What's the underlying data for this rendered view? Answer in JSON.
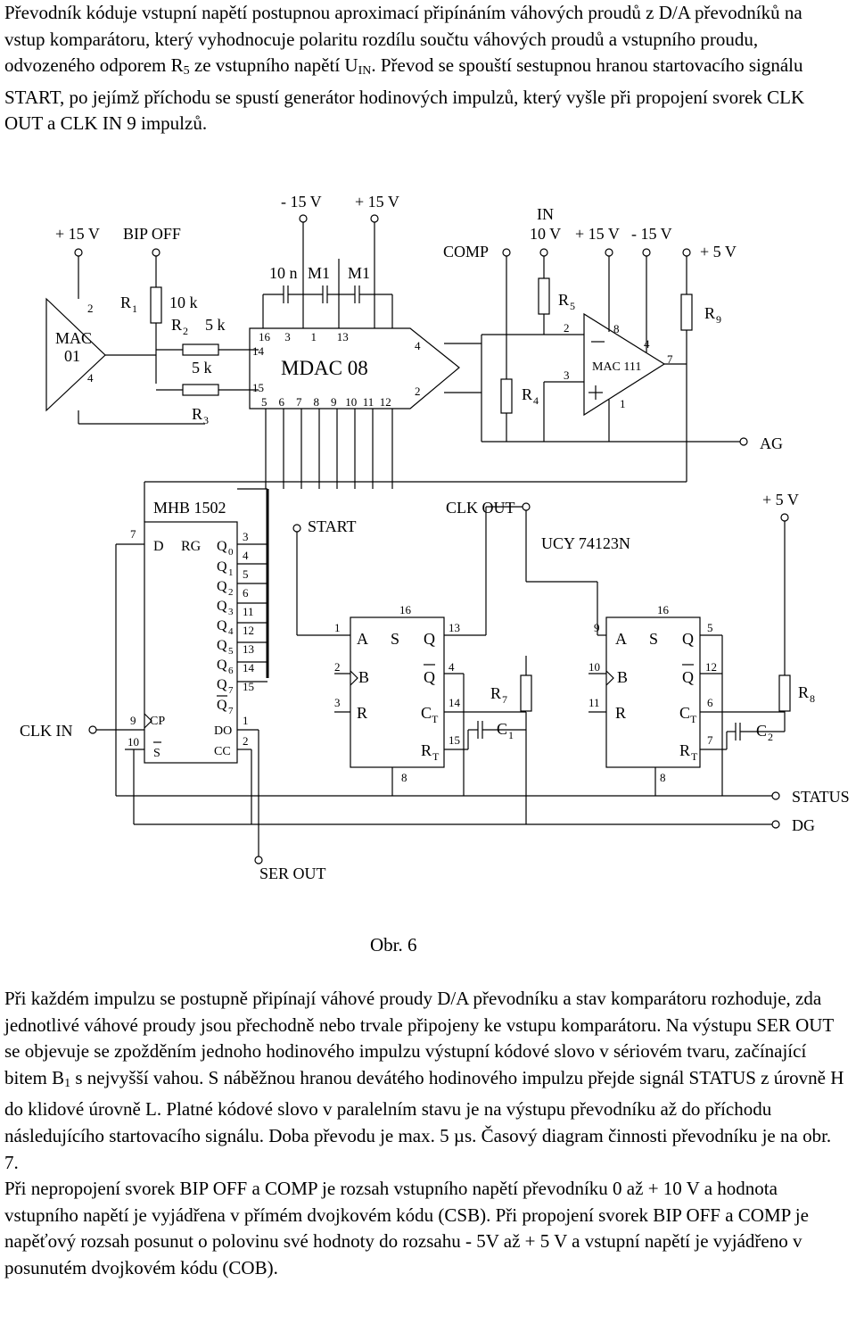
{
  "intro": {
    "t1": "Převodník kóduje vstupní napětí postupnou aproximací připínáním váhových proudů z D/A převodníků na vstup komparátoru, který vyhodnocuje polaritu rozdílu součtu váhových proudů a vstupního proudu, odvozeného odporem R",
    "t1_sub": "5",
    "t2": " ze vstupního napětí U",
    "t2_sub": "IN",
    "t3": ". Převod se spouští sestupnou hranou startovacího signálu START, po jejímž příchodu se spustí generátor hodinových impulzů, který vyšle při propojení svorek CLK OUT a CLK IN 9 impulzů."
  },
  "figure": {
    "caption": "Obr. 6",
    "labels": {
      "m15": "- 15 V",
      "p15a": "+ 15 V",
      "p15_left": "+ 15 V",
      "bip_off": "BIP OFF",
      "in": "IN",
      "in10": "10 V",
      "p15_right": "+ 15 V",
      "m15_right": "- 15 V",
      "p5": "+ 5 V",
      "comp": "COMP",
      "c10n": "10 n",
      "m1a": "M1",
      "m1b": "M1",
      "r1": "R",
      "r1s": "1",
      "r2": "R",
      "r2s": "2",
      "r3": "R",
      "r3s": "3",
      "k10": "10 k",
      "k5a": "5 k",
      "k5b": "5 k",
      "mac01a": "MAC",
      "mac01b": "01",
      "mac_p2": "2",
      "mac_p4": "4",
      "mdac": "MDAC 08",
      "mdac_pins_top": "16     3       1       13",
      "mdac_p14": "14",
      "mdac_p15": "15",
      "mdac_pins_bot": "5    6    7    8    9   10  11  12",
      "mdac_p4": "4",
      "mdac_p2": "2",
      "r5": "R",
      "r5s": "5",
      "r4": "R",
      "r4s": "4",
      "r9": "R",
      "r9s": "9",
      "mac111": "MAC 111",
      "op_p2": "2",
      "op_p3": "3",
      "op_p8": "8",
      "op_p4": "4",
      "op_p7": "7",
      "op_p1": "1",
      "ag": "AG",
      "mhb": "MHB 1502",
      "clk_out": "CLK OUT",
      "ucy": "UCY 74123N",
      "p5b": "+ 5 V",
      "start": "START",
      "d": "D",
      "rg": "RG",
      "q0": "Q",
      "q1": "Q",
      "q2": "Q",
      "q3": "Q",
      "q4": "Q",
      "q5": "Q",
      "q6": "Q",
      "q7": "Q",
      "q7n": "Q",
      "s0": "0",
      "s1": "1",
      "s2": "2",
      "s3": "3",
      "s4": "4",
      "s5": "5",
      "s6": "6",
      "s7": "7",
      "s7n": "7",
      "pn3": "3",
      "pn4": "4",
      "pn5": "5",
      "pn6": "6",
      "pn11": "11",
      "pn12": "12",
      "pn13": "13",
      "pn14": "14",
      "pn15": "15",
      "pn1": "1",
      "pn2": "2",
      "p7": "7",
      "p9": "9",
      "p10": "10",
      "cp": "CP",
      "s": "S",
      "do": "DO",
      "cc": "CC",
      "clk_in": "CLK IN",
      "a1": "A",
      "b1": "B",
      "r_1": "R",
      "s_1": "S",
      "q_1": "Q",
      "qn_1": "Q",
      "ct1": "C",
      "ct1s": "T",
      "rt1": "R",
      "rt1s": "T",
      "u1": "1",
      "u2": "2",
      "u3": "3",
      "u16": "16",
      "u13": "13",
      "u4": "4",
      "u14": "14",
      "u15": "15",
      "u8": "8",
      "r7": "R",
      "r7s": "7",
      "c1": "C",
      "c1s": "1",
      "a2": "A",
      "b2": "B",
      "r_2": "R",
      "s_2": "S",
      "q_2": "Q",
      "qn_2": "Q",
      "ct2": "C",
      "ct2s": "T",
      "rt2": "R",
      "rt2s": "T",
      "v9": "9",
      "v10": "10",
      "v11": "11",
      "v16": "16",
      "v5": "5",
      "v12": "12",
      "v6": "6",
      "v7": "7",
      "v8": "8",
      "r8": "R",
      "r8s": "8",
      "c2": "C",
      "c2s": "2",
      "status": "STATUS",
      "dg": "DG",
      "ser_out": "SER OUT"
    }
  },
  "body": {
    "t1": "Při každém impulzu se postupně připínají váhové proudy D/A převodníku a stav komparátoru rozhoduje, zda jednotlivé váhové proudy jsou přechodně nebo trvale připojeny ke vstupu komparátoru. Na výstupu SER OUT se objevuje se zpožděním jednoho hodinového impulzu výstupní kódové slovo v sériovém tvaru, začínající bitem B",
    "t1_sub": "1",
    "t2": " s nejvyšší vahou. S náběžnou hranou devátého hodinového impulzu přejde signál STATUS z úrovně H do klidové úrovně L. Platné kódové slovo v paralelním stavu je na výstupu převodníku až do příchodu následujícího startovacího signálu. Doba převodu je max. 5 µs. Časový diagram činnosti převodníku je na obr. 7.",
    "t3": "Při nepropojení svorek BIP OFF a COMP je rozsah vstupního napětí převodníku 0 až + 10 V a hodnota vstupního napětí je vyjádřena v přímém dvojkovém kódu (CSB). Při propojení svorek BIP OFF a COMP je napěťový rozsah posunut o polovinu své hodnoty do rozsahu - 5V až + 5 V a vstupní napětí je vyjádřeno v posunutém dvojkovém kódu (COB)."
  }
}
